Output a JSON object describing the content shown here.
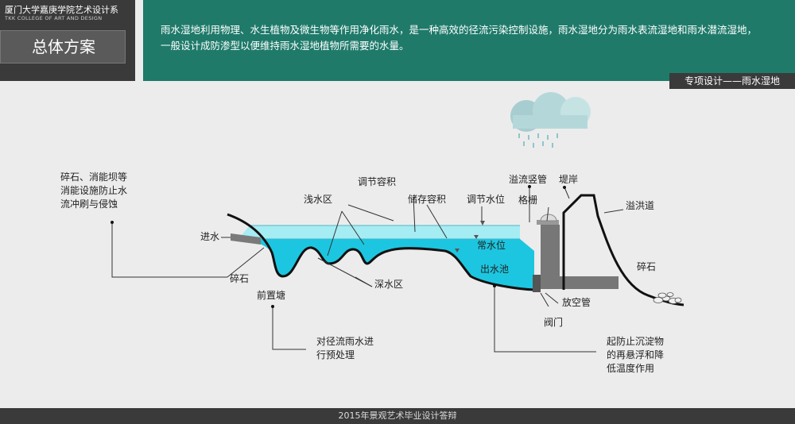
{
  "header": {
    "school_cn": "厦门大学嘉庚学院艺术设计系",
    "school_en": "TKK COLLEGE OF ART AND DESIGN",
    "section_title": "总体方案"
  },
  "intro": {
    "line1": "雨水湿地利用物理、水生植物及微生物等作用净化雨水，是一种高效的径流污染控制设施，雨水湿地分为雨水表流湿地和雨水潜流湿地，",
    "line2": "一般设计成防渗型以便维持雨水湿地植物所需要的水量。"
  },
  "subtitle": "专项设计——雨水湿地",
  "diagram": {
    "labels": {
      "energy_line1": "碎石、消能坝等",
      "energy_line2": "消能设施防止水",
      "energy_line3": "流冲刷与侵蚀",
      "inlet": "进水",
      "gravel_left": "碎石",
      "forebay": "前置塘",
      "treat_line1": "对径流雨水进",
      "treat_line2": "行预处理",
      "shallow": "浅水区",
      "regulate_volume": "调节容积",
      "storage_volume": "储存容积",
      "regulate_level": "调节水位",
      "normal_level": "常水位",
      "deep": "深水区",
      "outlet_pool": "出水池",
      "overflow_pipe": "溢流竖管",
      "grille": "格栅",
      "embankment": "堤岸",
      "spillway": "溢洪道",
      "gravel_right": "碎石",
      "drain_pipe": "放空管",
      "valve": "阀门",
      "sediment_line1": "起防止沉淀物",
      "sediment_line2": "的再悬浮和降",
      "sediment_line3": "低温度作用"
    }
  },
  "footer": "2015年景观艺术毕业设计答辩",
  "colors": {
    "teal": "#1f7a6a",
    "dark": "#3a3a3a",
    "water_light": "#a6ecf3",
    "water_deep": "#1cc6e0",
    "cloud": "#a8cdd0"
  }
}
